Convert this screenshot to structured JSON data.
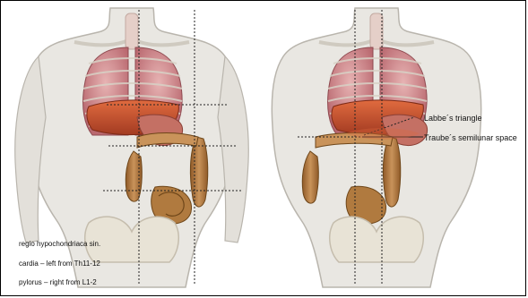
{
  "figures": {
    "right": {
      "labels": {
        "labbe": "Labbe´s triangle",
        "traube": "Traube´s semilunar space"
      }
    }
  },
  "notes": [
    "regio hypochondriaca sin.",
    "cardia – left from Th11-12",
    "pylorus – right from L1-2"
  ],
  "colors": {
    "skin": "#e9e7e2",
    "skin_shadow": "#c9c6bf",
    "lung": "#cf8f93",
    "liver": "#c9532f",
    "colon": "#b07a3f",
    "intestine": "#c08a4e",
    "bone": "#e8e3d6",
    "guide_line": "#222222"
  }
}
